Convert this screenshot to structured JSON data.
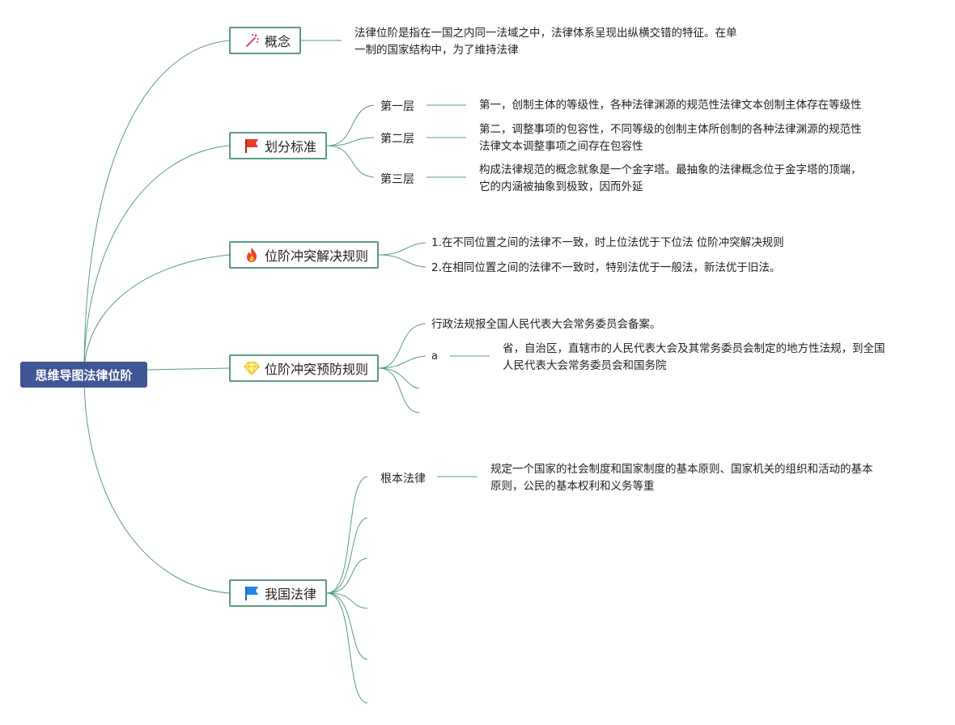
{
  "root": {
    "label": "思维导图法律位阶"
  },
  "topics": {
    "concept": {
      "label": "概念",
      "icon": "magic-sparkle-icon"
    },
    "division": {
      "label": "划分标准",
      "icon": "red-flag-icon"
    },
    "conflict_rules": {
      "label": "位阶冲突解决规则",
      "icon": "fire-icon"
    },
    "prevention_rules": {
      "label": "位阶冲突预防规则",
      "icon": "gem-icon"
    },
    "our_law": {
      "label": "我国法律",
      "icon": "blue-flag-icon"
    }
  },
  "concept": {
    "text": [
      "法律位阶是指在一国之内同一法域之中，法律体系呈现出纵横交错的特征。在单",
      "一制的国家结构中，为了维持法律"
    ]
  },
  "division": {
    "levels": [
      {
        "label": "第一层",
        "text": [
          "第一，创制主体的等级性，各种法律渊源的规范性法律文本创制主体存在等级性"
        ]
      },
      {
        "label": "第二层",
        "text": [
          "第二，调整事项的包容性，不同等级的创制主体所创制的各种法律渊源的规范性",
          "法律文本调整事项之间存在包容性"
        ]
      },
      {
        "label": "第三层",
        "text": [
          "构成法律规范的概念就象是一个金字塔。最抽象的法律概念位于金字塔的顶端，",
          "它的内涵被抽象到极致，因而外延"
        ]
      }
    ]
  },
  "conflict_rules": {
    "items": [
      "1.在不同位置之间的法律不一致，时上位法优于下位法 位阶冲突解决规则",
      "2.在相同位置之间的法律不一致时，特别法优于一般法，新法优于旧法。"
    ]
  },
  "prevention_rules": {
    "item1": "行政法规报全国人民代表大会常务委员会备案。",
    "item2_label": "a",
    "item2_text": [
      "省，自治区，直辖市的人民代表大会及其常务委员会制定的地方性法规，到全国",
      "人民代表大会常务委员会和国务院"
    ]
  },
  "our_law": {
    "item1_label": "根本法律",
    "item1_text": [
      "规定一个国家的社会制度和国家制度的基本原则、国家机关的组织和活动的基本",
      "原则，公民的基本权利和义务等重"
    ]
  },
  "colors": {
    "line": "#5a9a88",
    "root_bg": "#3f5596",
    "topic_border": "#5a9a88"
  }
}
